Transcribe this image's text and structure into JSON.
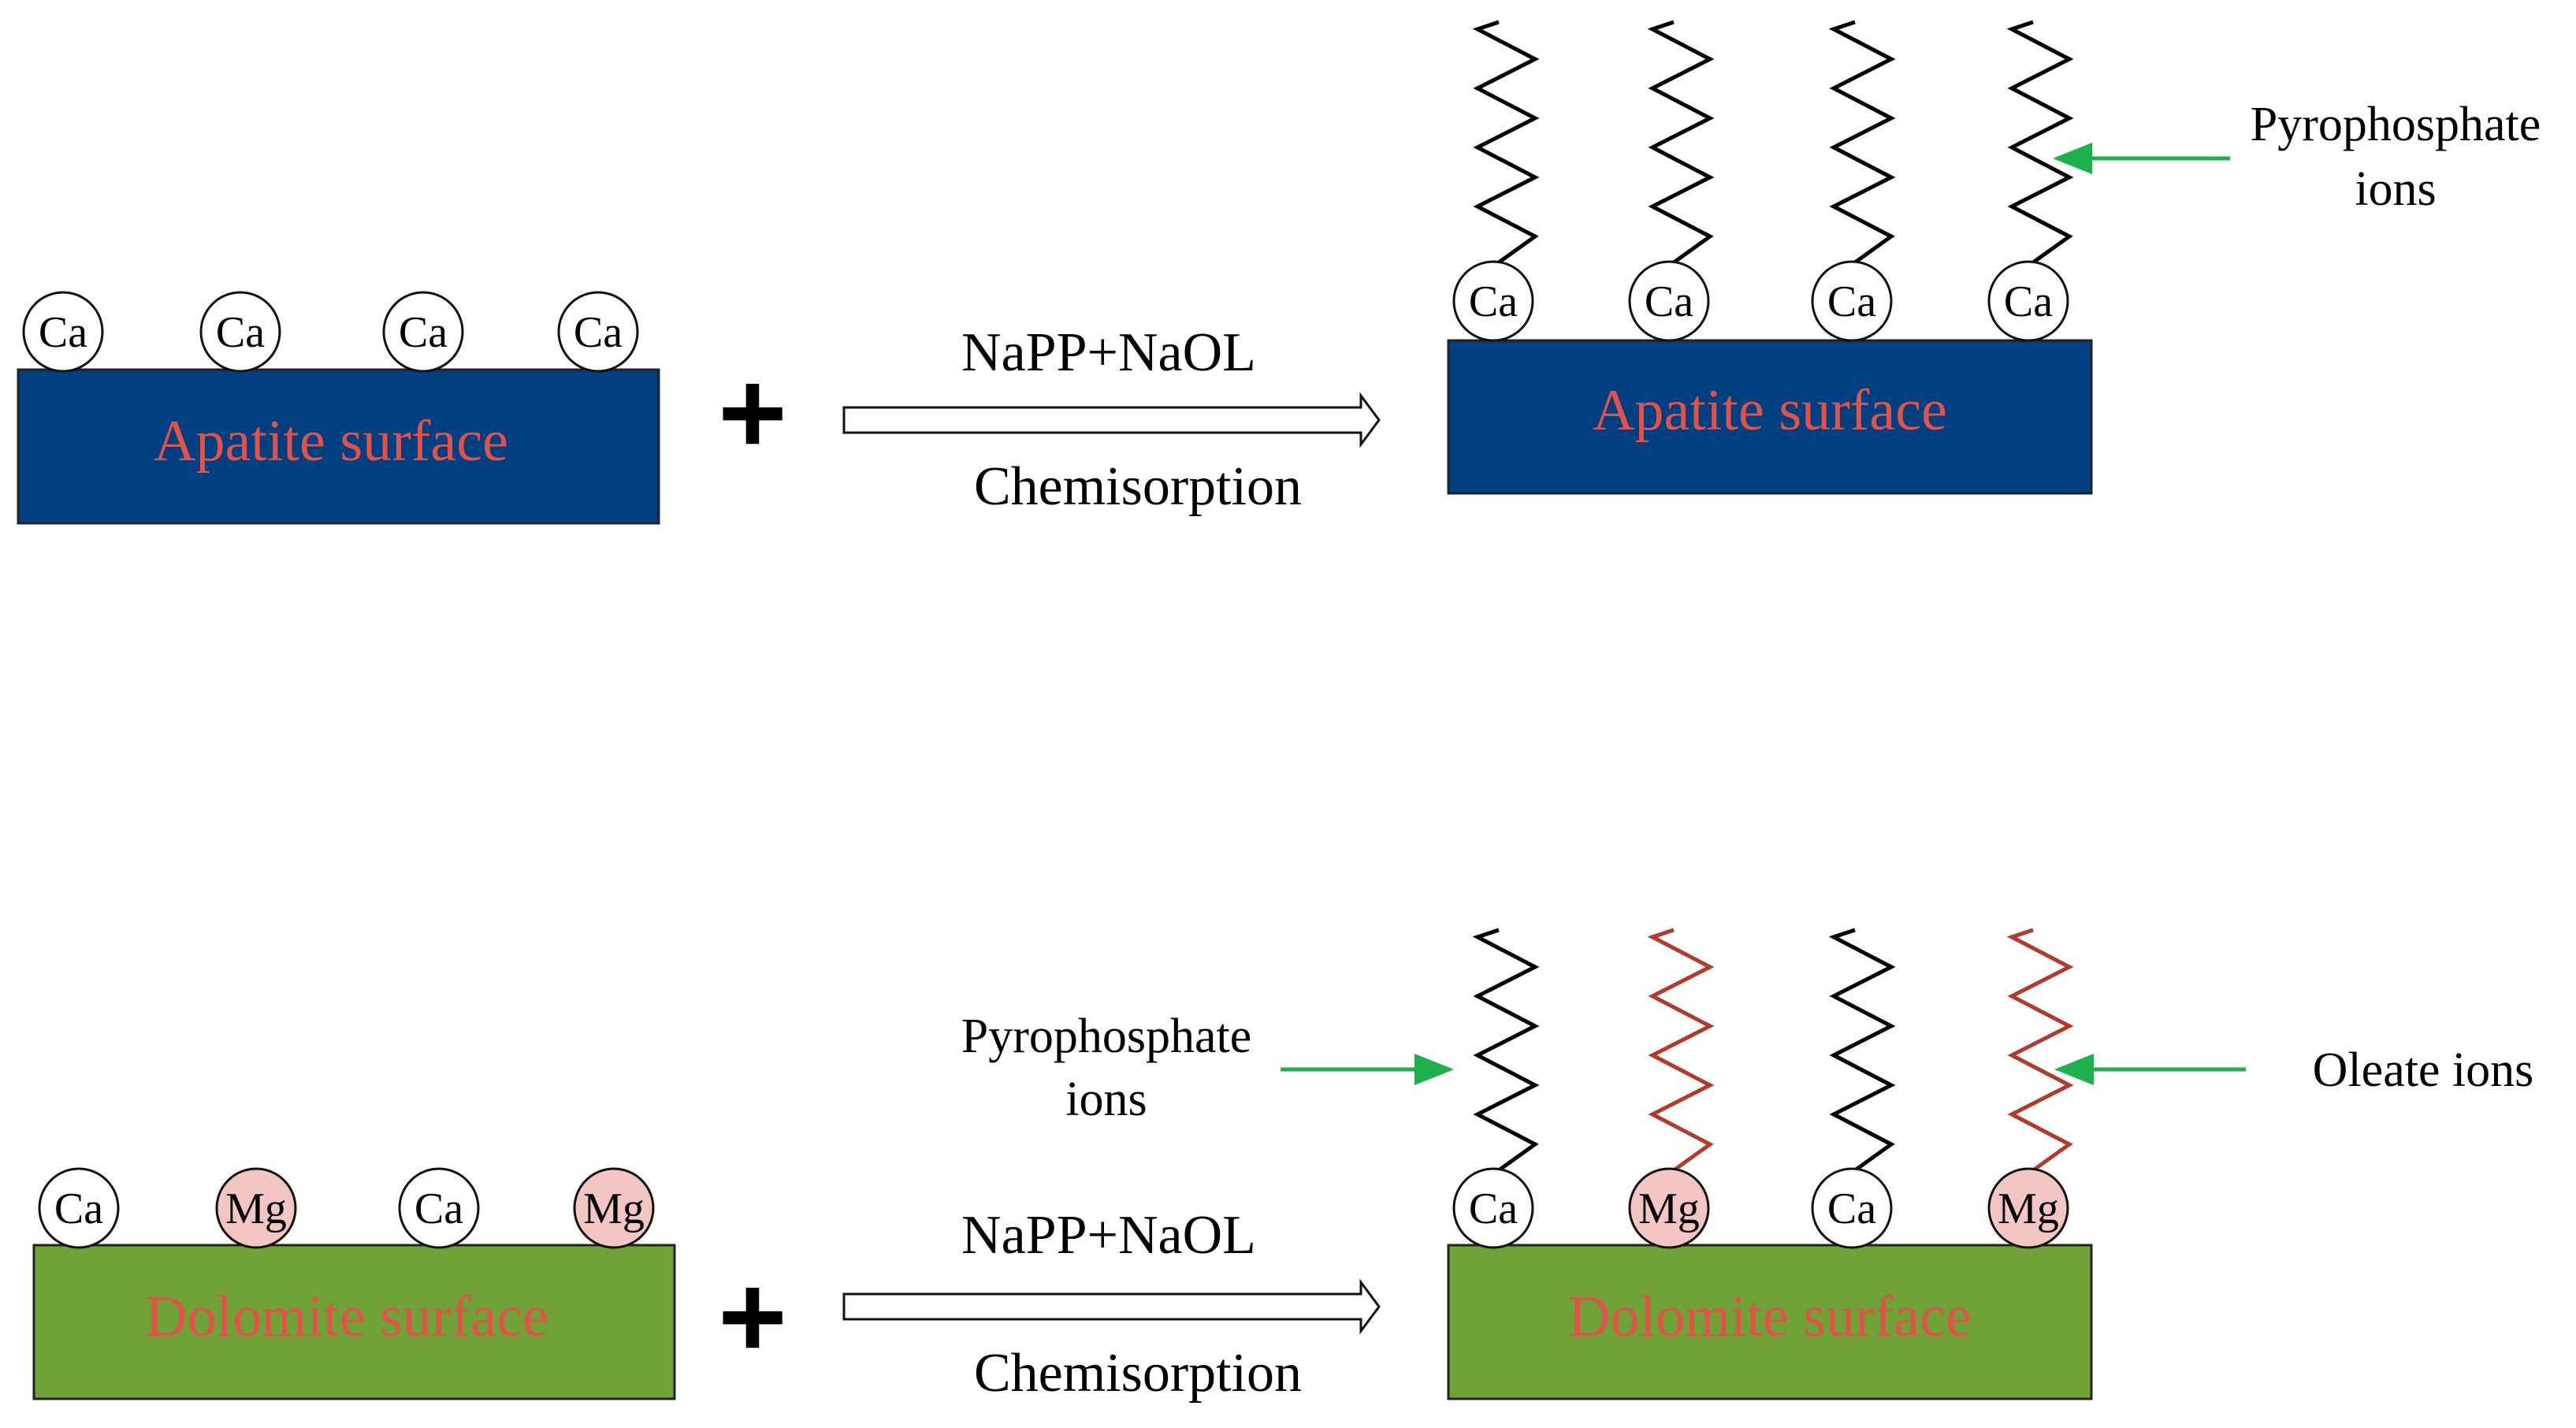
{
  "colors": {
    "apatite_fill": "#003f80",
    "dolomite_fill": "#70a237",
    "surface_text": "#e0524a",
    "mg_fill": "#f4c6c3",
    "ca_fill": "#ffffff",
    "pyrophosphate_chain": "#000000",
    "oleate_chain": "#b13a2b",
    "pointer_arrow": "#1db14b"
  },
  "top_row": {
    "before": {
      "surface_label": "Apatite surface",
      "ions": [
        "Ca",
        "Ca",
        "Ca",
        "Ca"
      ]
    },
    "plus": "+",
    "reagent": "NaPP+NaOL",
    "process": "Chemisorption",
    "after": {
      "surface_label": "Apatite surface",
      "ions": [
        "Ca",
        "Ca",
        "Ca",
        "Ca"
      ],
      "chains": [
        "pyrophosphate",
        "pyrophosphate",
        "pyrophosphate",
        "pyrophosphate"
      ],
      "annotation": {
        "line1": "Pyrophosphate",
        "line2": "ions"
      }
    }
  },
  "bottom_row": {
    "before": {
      "surface_label": "Dolomite surface",
      "ions": [
        "Ca",
        "Mg",
        "Ca",
        "Mg"
      ]
    },
    "plus": "+",
    "reagent": "NaPP+NaOL",
    "process": "Chemisorption",
    "after": {
      "surface_label": "Dolomite surface",
      "ions": [
        "Ca",
        "Mg",
        "Ca",
        "Mg"
      ],
      "chains": [
        "pyrophosphate",
        "oleate",
        "pyrophosphate",
        "oleate"
      ],
      "annotation_left": {
        "line1": "Pyrophosphate",
        "line2": "ions"
      },
      "annotation_right": {
        "line1": "Oleate ions"
      }
    }
  }
}
